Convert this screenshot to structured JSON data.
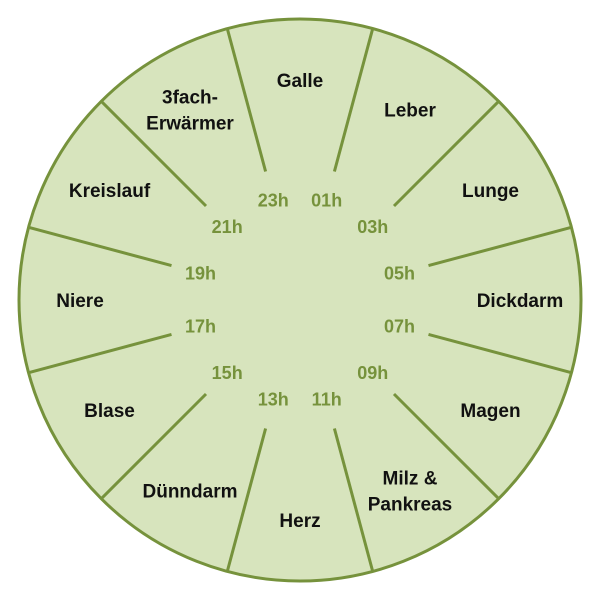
{
  "colors": {
    "fill": "#d7e4bd",
    "stroke": "#76923c",
    "organ_text": "#111111",
    "hour_text": "#76923c"
  },
  "segments": [
    {
      "organ": [
        "Galle"
      ],
      "hour": "01h"
    },
    {
      "organ": [
        "Leber"
      ],
      "hour": "03h"
    },
    {
      "organ": [
        "Lunge"
      ],
      "hour": "05h"
    },
    {
      "organ": [
        "Dickdarm"
      ],
      "hour": "07h"
    },
    {
      "organ": [
        "Magen"
      ],
      "hour": "09h"
    },
    {
      "organ": [
        "Milz &",
        "Pankreas"
      ],
      "hour": "11h"
    },
    {
      "organ": [
        "Herz"
      ],
      "hour": "13h"
    },
    {
      "organ": [
        "Dünndarm"
      ],
      "hour": "15h"
    },
    {
      "organ": [
        "Blase"
      ],
      "hour": "17h"
    },
    {
      "organ": [
        "Niere"
      ],
      "hour": "19h"
    },
    {
      "organ": [
        "Kreislauf"
      ],
      "hour": "21h"
    },
    {
      "organ": [
        "3fach-",
        "Erwärmer"
      ],
      "hour": "23h"
    }
  ]
}
